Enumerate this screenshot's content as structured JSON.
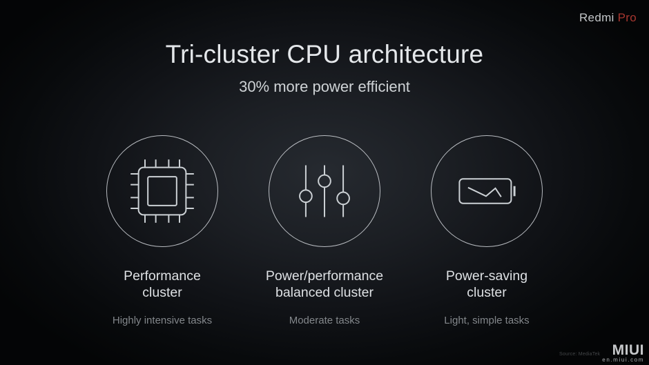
{
  "brand": {
    "name": "Redmi",
    "variant": "Pro"
  },
  "header": {
    "title": "Tri-cluster CPU architecture",
    "subtitle": "30% more power efficient"
  },
  "clusters": [
    {
      "icon": "cpu-chip-icon",
      "name_line1": "Performance",
      "name_line2": "cluster",
      "tasks": "Highly intensive tasks"
    },
    {
      "icon": "sliders-icon",
      "name_line1": "Power/performance",
      "name_line2": "balanced cluster",
      "tasks": "Moderate tasks"
    },
    {
      "icon": "battery-icon",
      "name_line1": "Power-saving",
      "name_line2": "cluster",
      "tasks": "Light, simple tasks"
    }
  ],
  "watermark": {
    "source": "Source: MediaTek",
    "logo": "MIUI",
    "url": "en.miui.com"
  },
  "colors": {
    "pro_red": "#a83730",
    "icon_stroke": "#ccd1d5",
    "background_center": "#262a30",
    "background_edge": "#040506"
  }
}
